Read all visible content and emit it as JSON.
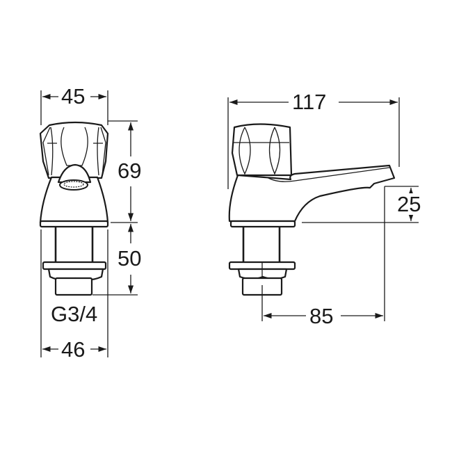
{
  "drawing": {
    "subject": "Basin tap technical drawing",
    "units": "mm",
    "front_view": {
      "dimensions": {
        "top_width": "45",
        "head_height": "69",
        "shank_length": "50",
        "base_width": "46",
        "thread": "G3/4"
      }
    },
    "side_view": {
      "dimensions": {
        "overall_length": "117",
        "spout_height": "25",
        "spout_reach": "85"
      }
    },
    "colors": {
      "line": "#1a1a1a",
      "background": "#ffffff"
    }
  }
}
